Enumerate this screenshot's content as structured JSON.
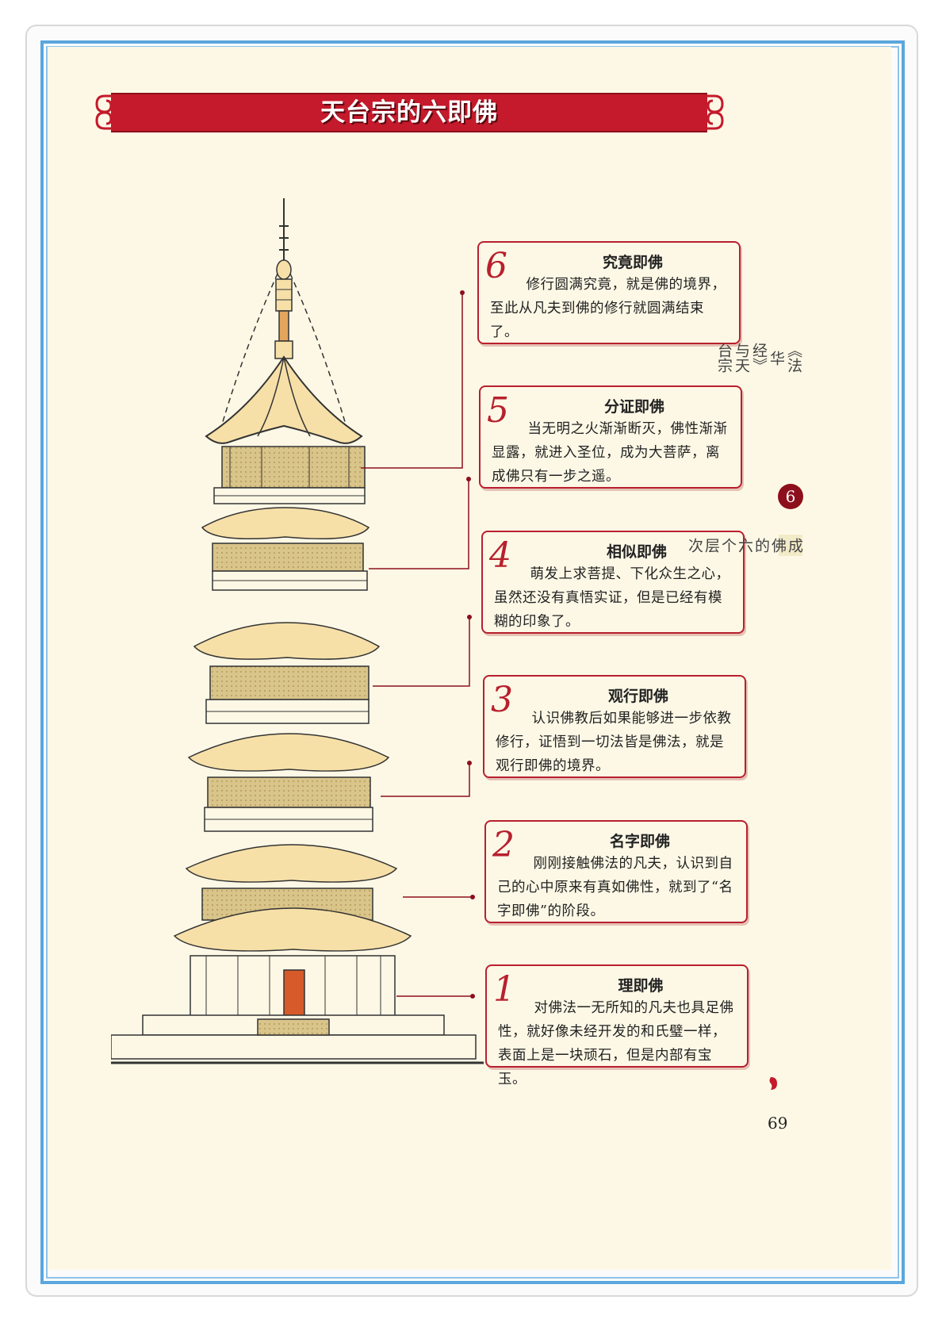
{
  "title": "天台宗的六即佛",
  "side_tab": {
    "book": "《法华经》与天台宗",
    "chapter_number": "6",
    "chapter_title": "成佛的六个层次"
  },
  "stages": [
    {
      "number": "6",
      "title": "究竟即佛",
      "description": "修行圆满究竟，就是佛的境界，至此从凡夫到佛的修行就圆满结束了。"
    },
    {
      "number": "5",
      "title": "分证即佛",
      "description": "当无明之火渐渐断灭，佛性渐渐显露，就进入圣位，成为大菩萨，离成佛只有一步之遥。"
    },
    {
      "number": "4",
      "title": "相似即佛",
      "description": "萌发上求菩提、下化众生之心，虽然还没有真悟实证，但是已经有模糊的印象了。"
    },
    {
      "number": "3",
      "title": "观行即佛",
      "description": "认识佛教后如果能够进一步依教修行，证悟到一切法皆是佛法，就是观行即佛的境界。"
    },
    {
      "number": "2",
      "title": "名字即佛",
      "description": "刚刚接触佛法的凡夫，认识到自己的心中原来有真如佛性，就到了“名字即佛”的阶段。"
    },
    {
      "number": "1",
      "title": "理即佛",
      "description": "对佛法一无所知的凡夫也具足佛性，就好像未经开发的和氏璧一样，表面上是一块顽石，但是内部有宝玉。"
    }
  ],
  "page_number": "69",
  "colors": {
    "accent": "#c41a2b",
    "frame": "#5aa7dd",
    "paper": "#fdf8e6",
    "roof": "#f6e0a8"
  }
}
